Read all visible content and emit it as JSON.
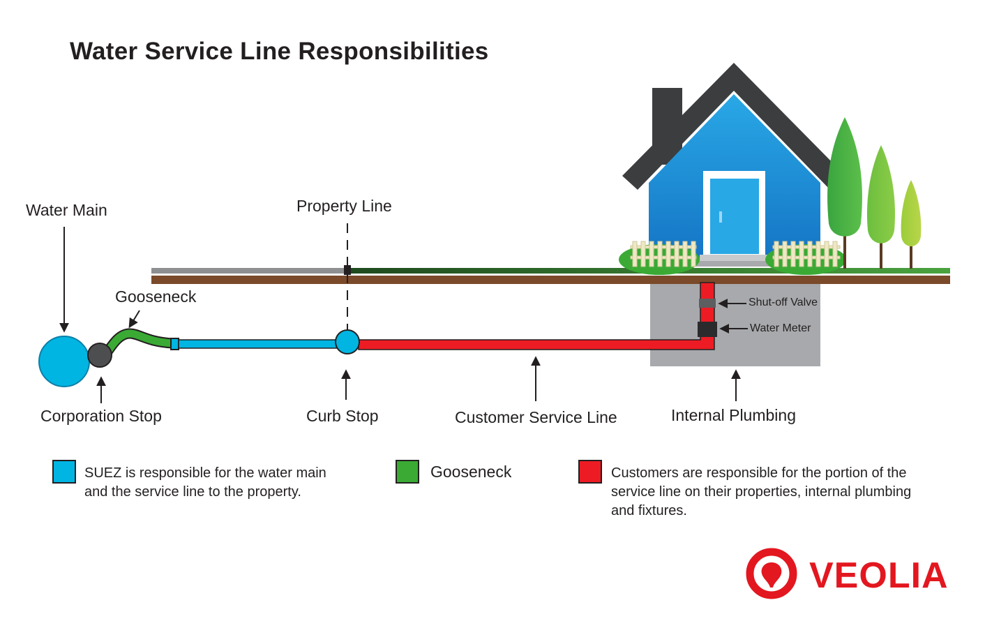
{
  "title": "Water Service Line Responsibilities",
  "labels": {
    "water_main": "Water Main",
    "gooseneck": "Gooseneck",
    "property_line": "Property Line",
    "corporation_stop": "Corporation Stop",
    "curb_stop": "Curb Stop",
    "customer_service_line": "Customer Service Line",
    "internal_plumbing": "Internal Plumbing",
    "shutoff_valve": "Shut-off Valve",
    "water_meter": "Water Meter"
  },
  "legend": [
    {
      "text": "SUEZ is responsible for the water main\nand the service line to the property.",
      "color": "#00b5e2"
    },
    {
      "text": "Gooseneck",
      "color": "#3aaa35"
    },
    {
      "text": "Customers are responsible for the portion of the\nservice line on their properties, internal plumbing\nand fixtures.",
      "color": "#ed1c24"
    }
  ],
  "logo": {
    "text": "VEOLIA",
    "color": "#e3171f"
  },
  "colors": {
    "suez_blue": "#00b5e2",
    "gooseneck_green": "#3aaa35",
    "customer_red": "#ed1c24",
    "house_blue": "#1e8fd6",
    "roof": "#3c3d3f",
    "grass": "#3c8f3a",
    "soil": "#7a4a2a",
    "sidewalk": "#8d8f91",
    "basement": "#a7a9ac"
  }
}
